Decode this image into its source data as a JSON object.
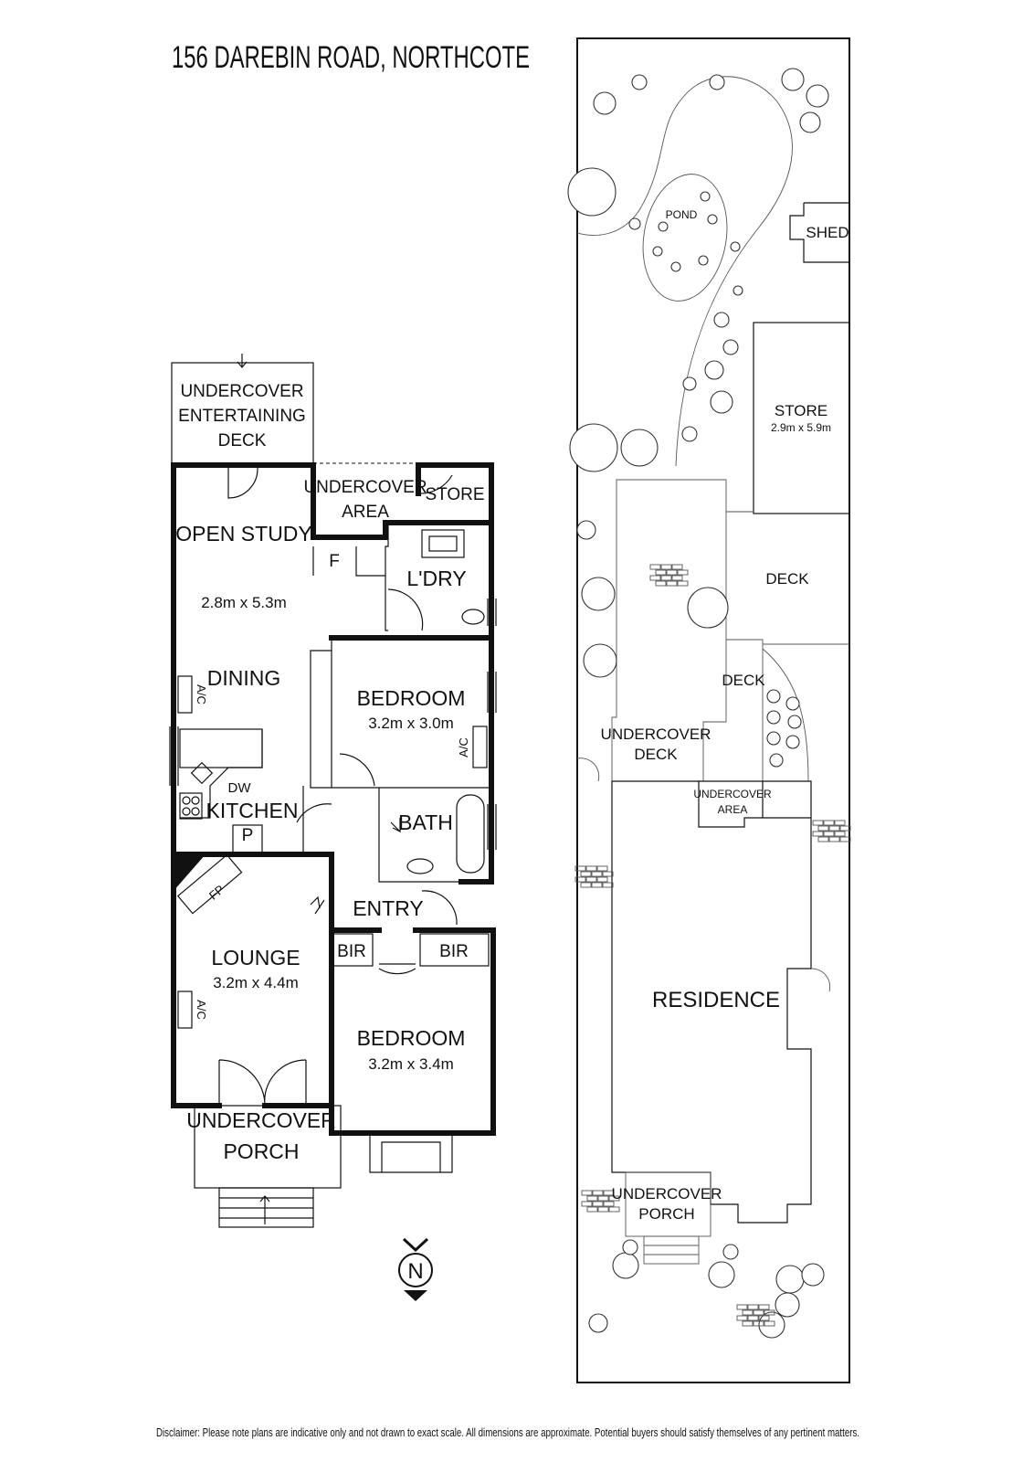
{
  "title": "156 DAREBIN ROAD, NORTHCOTE",
  "floor_plan": {
    "entertaining_deck": [
      "UNDERCOVER",
      "ENTERTAINING",
      "DECK"
    ],
    "undercover_area": [
      "UNDERCOVER",
      "AREA"
    ],
    "store": "STORE",
    "open_study": "OPEN STUDY",
    "open_study_dims": "2.8m x 5.3m",
    "fridge": "F",
    "laundry": "L'DRY",
    "dining": "DINING",
    "ac": "A/C",
    "bedroom1": "BEDROOM",
    "bedroom1_dims": "3.2m x 3.0m",
    "dishwasher": "DW",
    "kitchen": "KITCHEN",
    "pantry": "P",
    "bath": "BATH",
    "fireplace": "FP",
    "entry": "ENTRY",
    "lounge": "LOUNGE",
    "lounge_dims": "3.2m x 4.4m",
    "bir": "BIR",
    "bedroom2": "BEDROOM",
    "bedroom2_dims": "3.2m x 3.4m",
    "porch": [
      "UNDERCOVER",
      "PORCH"
    ],
    "north": "N"
  },
  "site_plan": {
    "pond": "POND",
    "shed": "SHED",
    "store": "STORE",
    "store_dims": "2.9m x 5.9m",
    "deck": "DECK",
    "deck2": "DECK",
    "undercover_deck": [
      "UNDERCOVER",
      "DECK"
    ],
    "undercover_area": [
      "UNDERCOVER",
      "AREA"
    ],
    "residence": "RESIDENCE",
    "porch": [
      "UNDERCOVER",
      "PORCH"
    ]
  },
  "disclaimer": "Disclaimer: Please note plans are indicative only and not drawn to exact scale. All dimensions are approximate. Potential buyers should satisfy themselves of any pertinent matters."
}
